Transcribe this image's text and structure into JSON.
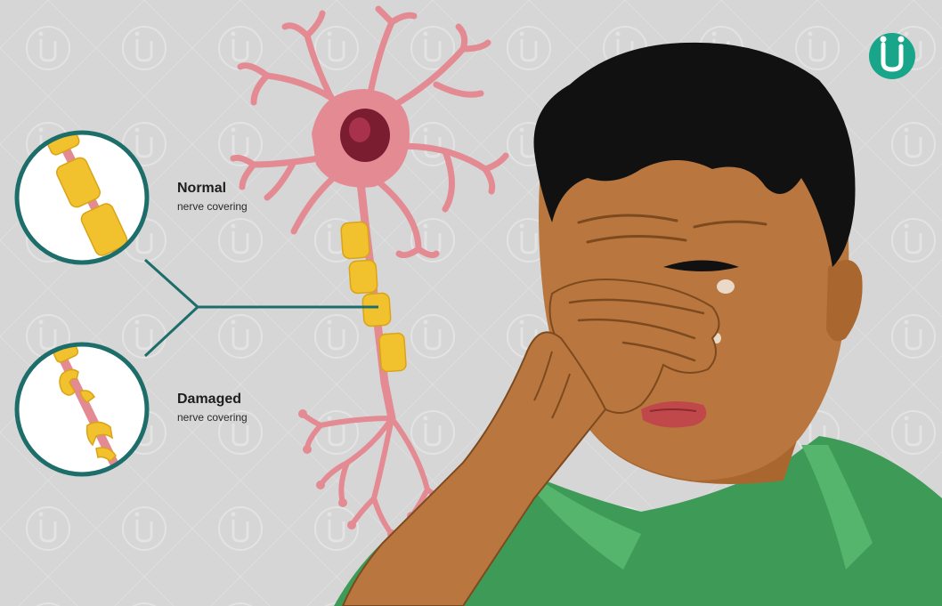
{
  "labels": {
    "normal": {
      "title": "Normal",
      "subtitle": "nerve covering"
    },
    "damaged": {
      "title": "Damaged",
      "subtitle": "nerve covering"
    }
  },
  "logo": {
    "icon": "brand-logo-icon",
    "color": "#18a58a"
  },
  "colors": {
    "background": "#d6d6d6",
    "myelin": "#f2c12e",
    "neuron": "#e38a93",
    "skin": "#b9773f",
    "hair": "#111111",
    "shirt": "#3e9b57",
    "callout_line": "#1d6e6a"
  }
}
